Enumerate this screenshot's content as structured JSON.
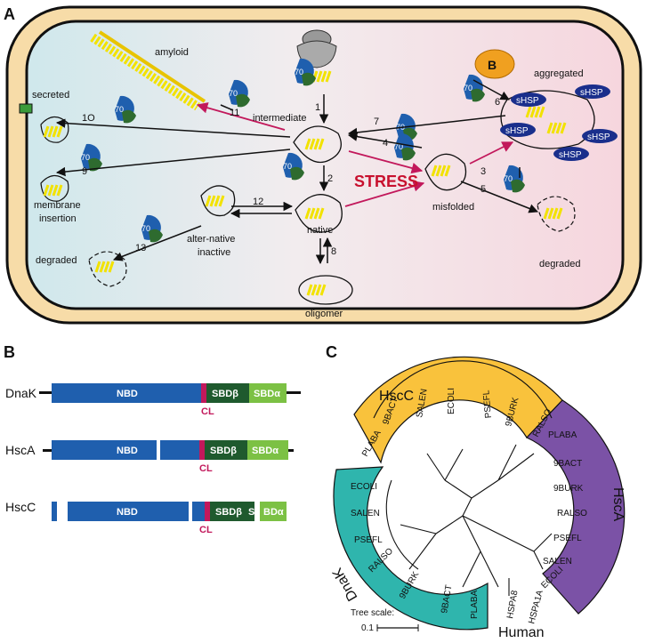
{
  "panels": {
    "a": "A",
    "b": "B",
    "c": "C"
  },
  "cell": {
    "labels": {
      "amyloid": "amyloid",
      "secreted": "secreted",
      "membrane_insertion_1": "membrane",
      "membrane_insertion_2": "insertion",
      "intermediate": "intermediate",
      "native": "native",
      "alter_native_1": "alter-native",
      "alter_native_2": "inactive",
      "degraded_left": "degraded",
      "oligomer": "oligomer",
      "stress": "STRESS",
      "misfolded": "misfolded",
      "aggregated": "aggregated",
      "degraded_right": "degraded",
      "bsub": "B"
    },
    "numbers": [
      "1",
      "2",
      "3",
      "4",
      "5",
      "6",
      "7",
      "8",
      "9",
      "1O",
      "11",
      "12",
      "13"
    ],
    "hsp70": "70",
    "shsp": "sHSP"
  },
  "domains": {
    "rows": [
      {
        "name": "DnaK",
        "nbd": "NBD",
        "sbdb": "SBDβ",
        "sbda": "SBDα",
        "cl": "CL"
      },
      {
        "name": "HscA",
        "nbd": "NBD",
        "sbdb": "SBDβ",
        "sbda": "SBDα",
        "cl": "CL"
      },
      {
        "name": "HscC",
        "nbd": "NBD",
        "sbdb": "SBDβ",
        "sbda_s": "S",
        "sbda": "BDα",
        "cl": "CL"
      }
    ]
  },
  "tree": {
    "groups": {
      "hscc": "HscC",
      "hsca": "HscA",
      "dnak": "DnaK",
      "human": "Human"
    },
    "hscc_leaves": [
      "PLABA",
      "9BACT",
      "SALEN",
      "ECOLI",
      "PSEFL",
      "9BURK",
      "RALSO"
    ],
    "hsca_leaves": [
      "PLABA",
      "9BACT",
      "9BURK",
      "RALSO",
      "PSEFL",
      "SALEN",
      "ECOLI"
    ],
    "dnak_leaves": [
      "ECOLI",
      "SALEN",
      "PSEFL",
      "RALSO",
      "9BURK",
      "9BACT",
      "PLABA"
    ],
    "human_leaves": [
      "HSPA8",
      "HSPA1A"
    ],
    "scale_title": "Tree scale:",
    "scale_value": "0.1"
  },
  "colors": {
    "hscc": "#f9c23c",
    "hsca": "#7b52a6",
    "dnak": "#2fb5ad",
    "nbd": "#1f5fae",
    "sbdb": "#1f5a2e",
    "sbda": "#7cc144",
    "cl": "#c2185b",
    "stress": "#c8102e",
    "hsp70": "#1f5fae",
    "cochap": "#2e6b2f",
    "yellow": "#f2e200"
  }
}
